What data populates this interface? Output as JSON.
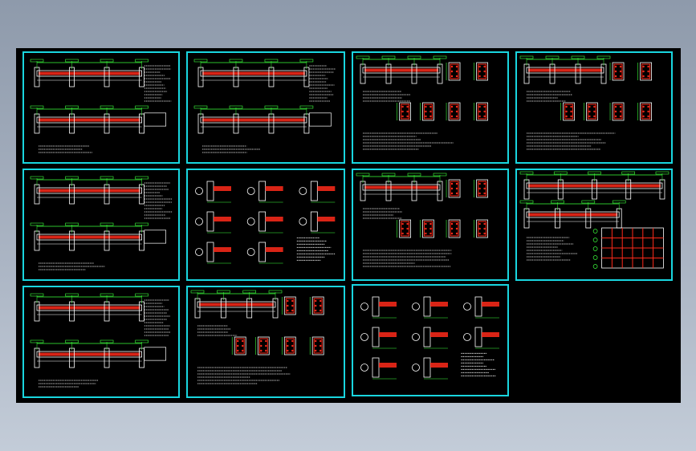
{
  "drawing": {
    "background_color": "#000000",
    "frame_color": "#19d6df",
    "line_color": "#ffffff",
    "rebar_color": "#ff2a1a",
    "dimension_color": "#3cff3c",
    "sheets": [
      {
        "id": "s1",
        "kind": "beam-elevation"
      },
      {
        "id": "s2",
        "kind": "beam-elevation"
      },
      {
        "id": "s3",
        "kind": "beam-and-sections"
      },
      {
        "id": "s4",
        "kind": "beam-and-sections"
      },
      {
        "id": "s5",
        "kind": "beam-elevation"
      },
      {
        "id": "s6",
        "kind": "joint-details"
      },
      {
        "id": "s7",
        "kind": "beam-and-sections"
      },
      {
        "id": "s8",
        "kind": "plan-grid"
      },
      {
        "id": "s9",
        "kind": "beam-elevation"
      },
      {
        "id": "s10",
        "kind": "beam-and-sections"
      },
      {
        "id": "s11",
        "kind": "joint-details"
      }
    ]
  }
}
